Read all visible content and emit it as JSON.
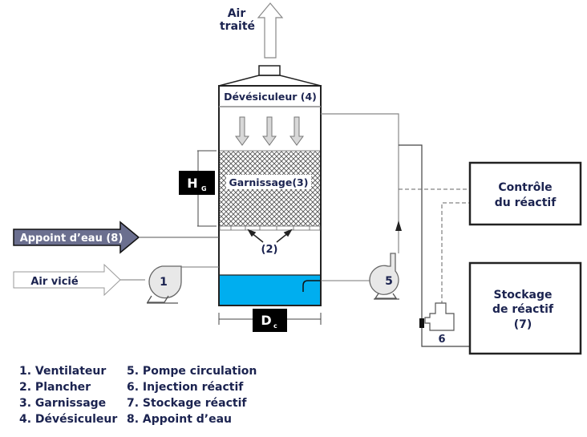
{
  "diagram": {
    "title": "Scrubber / tour de lavage",
    "labels": {
      "air_out_line1": "Air",
      "air_out_line2": "traité",
      "demister": "Dévésiculeur (4)",
      "packing": "Garnissage(3)",
      "floor": "(2)",
      "makeup_water": "Appoint d’eau (8)",
      "air_in": "Air vicié",
      "fan_number": "1",
      "pump_number": "5",
      "injection_number": "6",
      "packing_height_main": "H",
      "packing_height_sub": "G",
      "diameter_main": "D",
      "diameter_sub": "c",
      "control_line1": "Contrôle",
      "control_line2": "du réactif",
      "storage_line1": "Stockage",
      "storage_line2": "de réactif",
      "storage_line3": "(7)"
    },
    "colors": {
      "liquid": "#00aeef",
      "makeup_arrow": "#6b6f8f",
      "text": "#1b2350",
      "equipment_fill": "#e8e8e8"
    }
  },
  "legend": {
    "col1": [
      "1. Ventilateur",
      "2. Plancher",
      "3. Garnissage",
      "4. Dévésiculeur"
    ],
    "col2": [
      "5. Pompe circulation",
      "6. Injection réactif",
      "7. Stockage réactif",
      "8. Appoint d’eau"
    ]
  }
}
